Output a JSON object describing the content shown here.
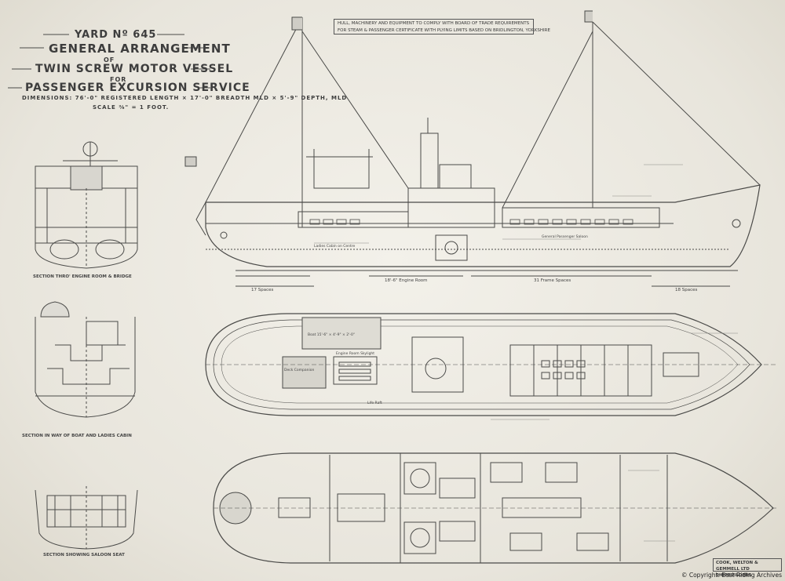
{
  "title_block": {
    "line1": "YARD Nº 645",
    "line2": "GENERAL ARRANGEMENT",
    "line3": "OF",
    "line4": "TWIN SCREW MOTOR VESSEL",
    "line5": "FOR",
    "line6": "PASSENGER EXCURSION SERVICE",
    "dimensions": "DIMENSIONS: 76'-0\" REGISTERED LENGTH × 17'-0\" BREADTH MLD × 5'-9\" DEPTH, MLD",
    "scale": "SCALE ⅜\" = 1 FOOT."
  },
  "requirements_box": {
    "line1": "HULL, MACHINERY AND EQUIPMENT TO COMPLY WITH BOARD OF TRADE REQUIREMENTS",
    "line2": "FOR STEAM & PASSENGER CERTIFICATE WITH PLYING LIMITS BASED ON BRIDLINGTON, YORKSHIRE"
  },
  "section_captions": {
    "engine_room": "SECTION THRO' ENGINE ROOM & BRIDGE",
    "ladies_cabin": "SECTION IN WAY OF BOAT AND LADIES CABIN",
    "saloon": "SECTION SHOWING SALOON SEAT"
  },
  "profile_labels": {
    "engine_room": "18'-6\" Engine Room",
    "frame_spaces": "31 Frame Spaces",
    "aft_spaces": "17 Spaces",
    "fore_spaces": "18 Spaces",
    "ladies_cabin": "Ladies Cabin on Centre",
    "general_passenger_saloon": "General Passenger Saloon"
  },
  "plan_labels": {
    "boat": "Boat 15'-6\" × 4'-9\" × 2'-0\"",
    "deck_companion": "Deck Companion",
    "life_raft": "Life Raft",
    "engine_room_skylight": "Engine Room Skylight"
  },
  "builder_box": {
    "line1": "COOK, WELTON & GEMMELL LTD",
    "line2": "SHIPBUILDERS"
  },
  "copyright": "© Copyright: East Riding Archives",
  "colors": {
    "paper": "#eceae2",
    "ink": "#3a3a3a",
    "faint_ink": "#7a7a78"
  }
}
